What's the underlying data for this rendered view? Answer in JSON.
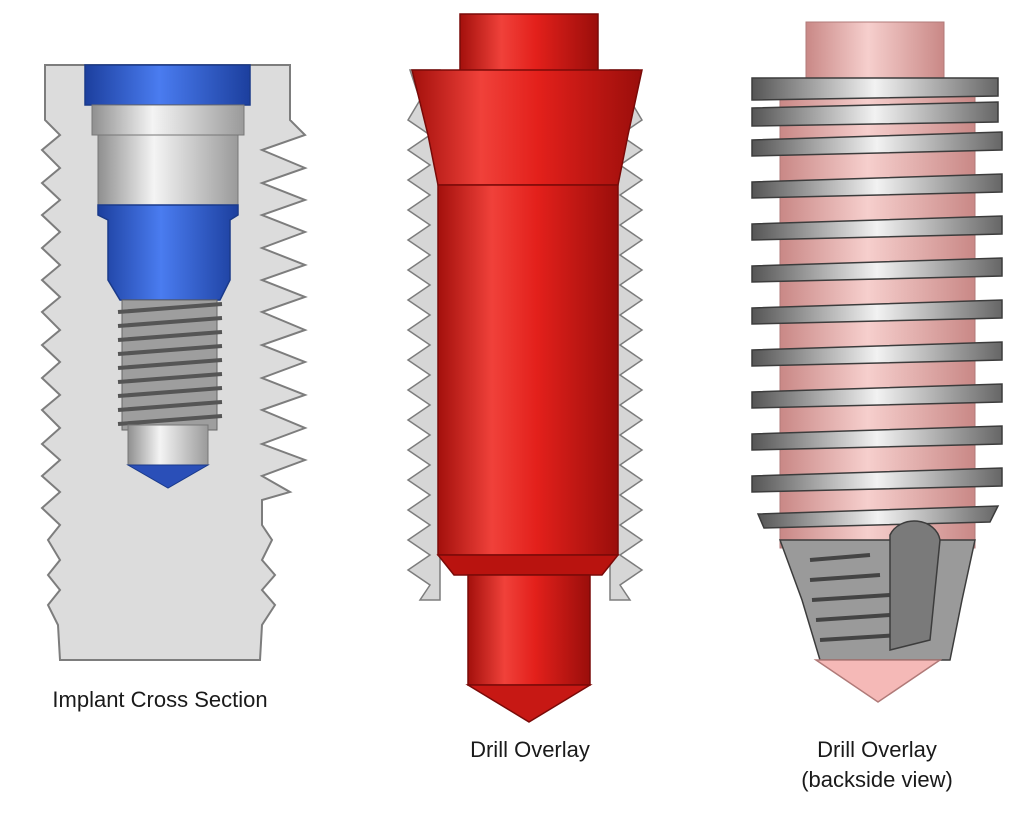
{
  "figure": {
    "panels": [
      {
        "caption_line1": "Implant Cross Section",
        "caption_line2": ""
      },
      {
        "caption_line1": "Drill Overlay",
        "caption_line2": ""
      },
      {
        "caption_line1": "Drill Overlay",
        "caption_line2": "(backside view)"
      }
    ]
  },
  "colors": {
    "implant_gray": "#d9d9d9",
    "implant_edge": "#8a8a8a",
    "screw_blue": "#2f5fd0",
    "screw_silver": "#c8c8c8",
    "drill_red": "#e0201c",
    "drill_pink": "#f4b6b4"
  }
}
